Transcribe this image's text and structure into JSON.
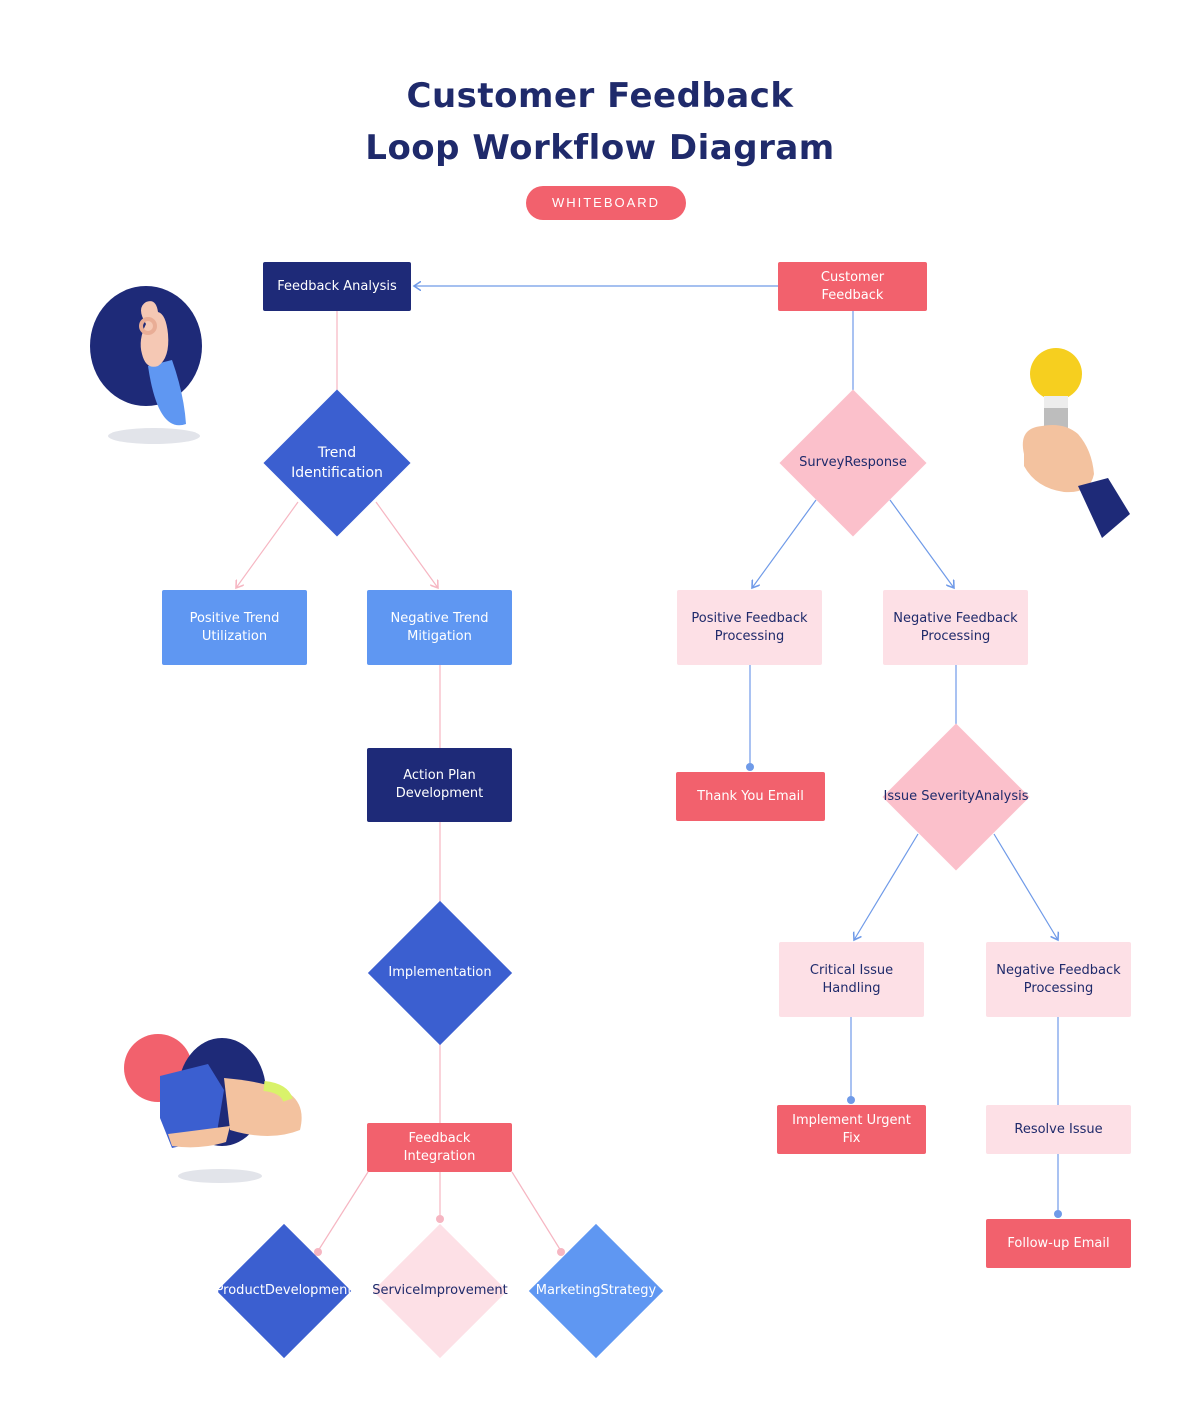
{
  "header": {
    "title_line1": "Customer Feedback",
    "title_line2": "Loop Workflow Diagram",
    "badge": "WHITEBOARD"
  },
  "colors": {
    "navy": "#1e2a78",
    "royal_blue": "#3b5fd0",
    "light_blue": "#5f97f2",
    "coral": "#f2616d",
    "pink": "#fbc0cb",
    "light_pink": "#fde0e6"
  },
  "nodes": {
    "feedback_analysis": "Feedback Analysis",
    "customer_feedback": "Customer Feedback",
    "trend_identification_1": "Trend",
    "trend_identification_2": "Identification",
    "survey_response_1": "Survey",
    "survey_response_2": "Response",
    "positive_trend_1": "Positive Trend",
    "positive_trend_2": "Utilization",
    "negative_trend_1": "Negative Trend",
    "negative_trend_2": "Mitigation",
    "positive_feedback_1": "Positive Feedback",
    "positive_feedback_2": "Processing",
    "negative_feedback_1": "Negative Feedback",
    "negative_feedback_2": "Processing",
    "action_plan_1": "Action Plan",
    "action_plan_2": "Development",
    "thank_you_email": "Thank You Email",
    "issue_severity_1": "Issue Severity",
    "issue_severity_2": "Analysis",
    "implementation": "Implementation",
    "critical_issue_1": "Critical Issue",
    "critical_issue_2": "Handling",
    "negative_feedback_b1": "Negative Feedback",
    "negative_feedback_b2": "Processing",
    "implement_urgent_fix": "Implement Urgent Fix",
    "resolve_issue": "Resolve Issue",
    "feedback_integration": "Feedback Integration",
    "follow_up_email": "Follow-up Email",
    "product_dev_1": "Product",
    "product_dev_2": "Development",
    "service_imp_1": "Service",
    "service_imp_2": "Improvement",
    "marketing_1": "Marketing",
    "marketing_2": "Strategy"
  },
  "illustrations": [
    "ok-hand-icon",
    "lightbulb-hand-icon",
    "box-hands-icon"
  ]
}
